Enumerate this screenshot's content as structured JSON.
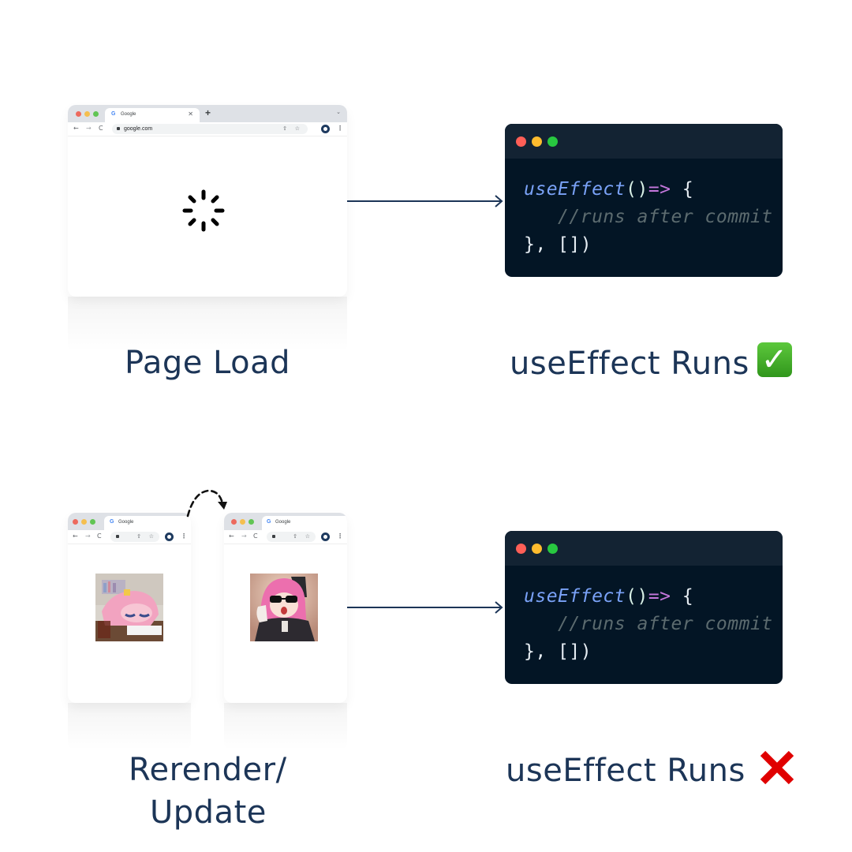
{
  "rows": [
    {
      "stage_label": "Page Load",
      "browsers": [
        {
          "tab_title": "Google",
          "tab_favicon": "G",
          "tab_close": "✕",
          "new_tab": "+",
          "tabs_menu": "⌄",
          "nav": {
            "back": "←",
            "forward": "→",
            "reload": "C"
          },
          "url": "google.com",
          "content": "loading-spinner-icon"
        }
      ],
      "code": {
        "fn": "useEffect",
        "parens": "()",
        "arrow": "=>",
        "open_brace": " {",
        "comment": "   //runs after commit",
        "closing": "}, [])"
      },
      "result_label": "useEffect Runs",
      "result_icon": "check-mark-button-icon",
      "result_glyph": "✓"
    },
    {
      "stage_label_lines": [
        "Rerender/",
        "Update"
      ],
      "browsers": [
        {
          "tab_title": "Google",
          "tab_favicon": "G",
          "nav": {
            "back": "←",
            "forward": "→",
            "reload": "C"
          },
          "url": "",
          "content": "anime-girl-at-desk-image"
        },
        {
          "tab_title": "Google",
          "tab_favicon": "G",
          "nav": {
            "back": "←",
            "forward": "→",
            "reload": "C"
          },
          "url": "",
          "content": "anime-girl-with-sunglasses-image"
        }
      ],
      "code": {
        "fn": "useEffect",
        "parens": "()",
        "arrow": "=>",
        "open_brace": " {",
        "comment": "   //runs after commit",
        "closing": "}, [])"
      },
      "result_label": "useEffect Runs",
      "result_icon": "cross-mark-icon",
      "result_glyph": "✕"
    }
  ],
  "colors": {
    "label_text": "#1c3557",
    "code_bg": "#031525",
    "code_header": "#132333",
    "traffic_red": "#ff5f57",
    "traffic_yellow": "#febc2e",
    "traffic_green": "#28c840",
    "check_green": "#43b02a",
    "cross_red": "#e00000",
    "arrow": "#1c3557"
  }
}
